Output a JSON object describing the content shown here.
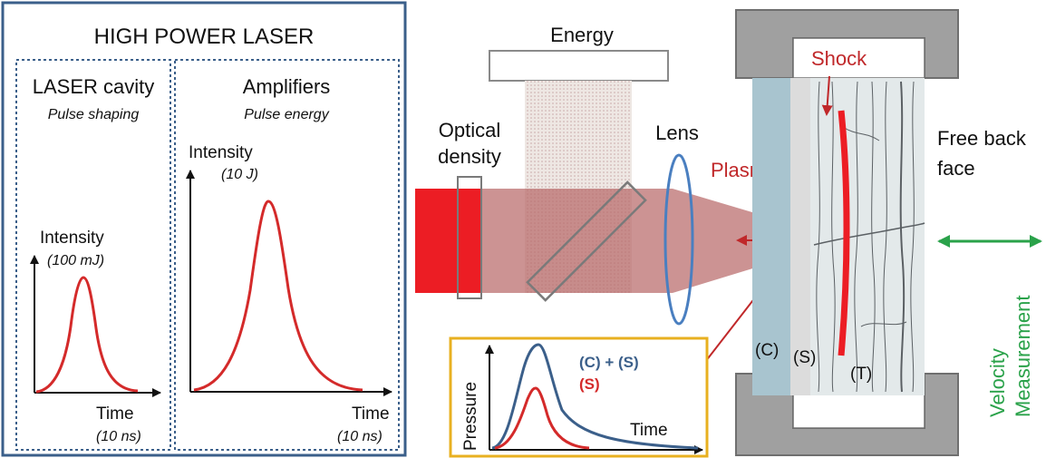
{
  "laser_panel": {
    "title": "HIGH POWER LASER",
    "cavity": {
      "title": "LASER cavity",
      "subtitle": "Pulse shaping",
      "y_label": "Intensity",
      "y_value": "(100 mJ)",
      "x_label": "Time",
      "x_value": "(10 ns)"
    },
    "amplifiers": {
      "title": "Amplifiers",
      "subtitle": "Pulse energy",
      "y_label": "Intensity",
      "y_value": "(10 J)",
      "x_label": "Time",
      "x_value": "(10 ns)"
    }
  },
  "setup": {
    "energy_label": "Energy",
    "optical_density_line1": "Optical",
    "optical_density_line2": "density",
    "lens_label": "Lens",
    "plasma_label": "Plasma",
    "shock_label": "Shock",
    "free_back_face_line1": "Free back",
    "free_back_face_line2": "face",
    "velocity_line1": "Velocity",
    "velocity_line2": "Measurement",
    "label_c": "(C)",
    "label_s": "(S)",
    "label_t": "(T)"
  },
  "pressure_inset": {
    "y_label": "Pressure",
    "x_label": "Time",
    "legend_cs": "(C) + (S)",
    "legend_s": "(S)"
  },
  "colors": {
    "panel_border": "#3b5f8a",
    "pulse_red": "#d42a2a",
    "blue_curve": "#3b5f8a",
    "inset_border": "#e8b020",
    "green_arrow": "#2aa24a",
    "plasma_yellow": "#f5c000",
    "clamp_gray": "#a0a0a0",
    "coating_blue": "#a8c4cf"
  }
}
